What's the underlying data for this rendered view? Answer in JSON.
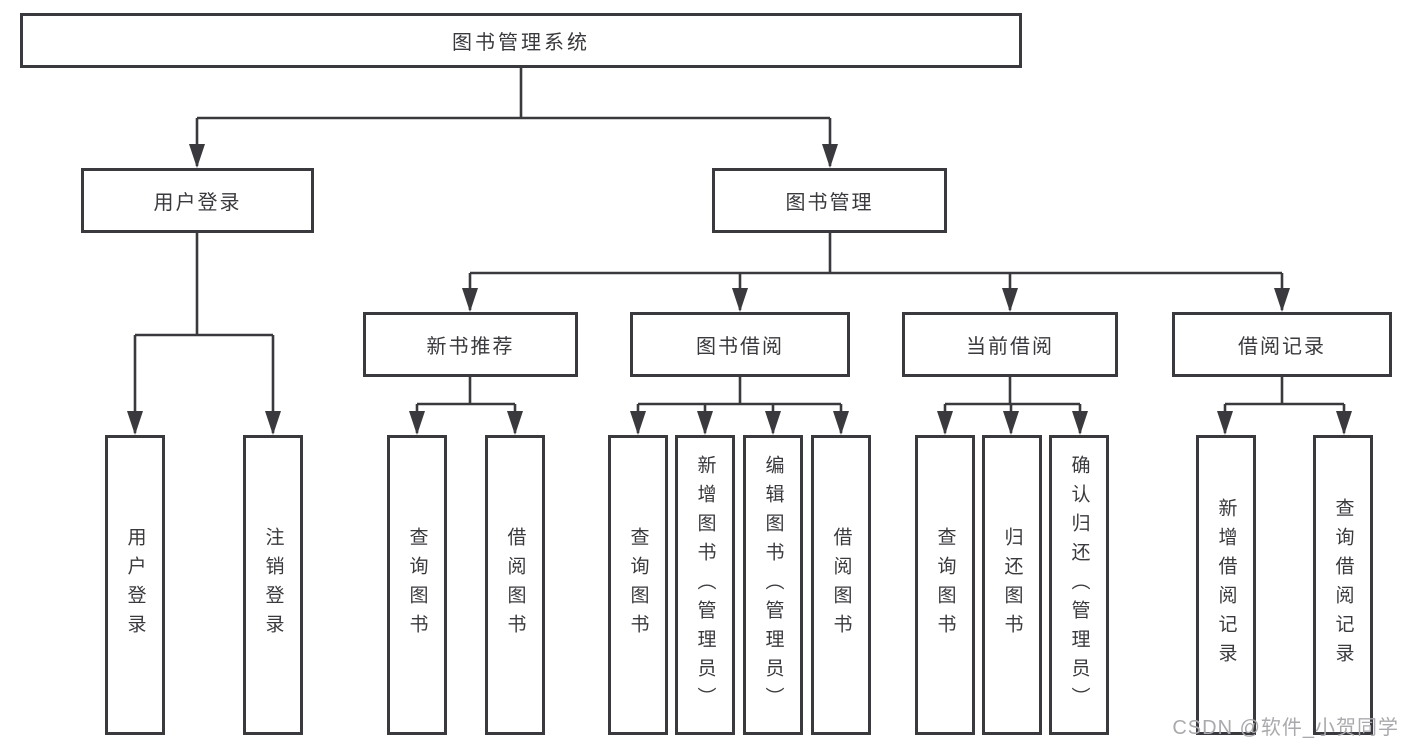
{
  "diagram": {
    "root": {
      "label": "图书管理系统"
    },
    "level2": [
      {
        "label": "用户登录"
      },
      {
        "label": "图书管理"
      }
    ],
    "level3": [
      {
        "label": "新书推荐",
        "parent": "图书管理"
      },
      {
        "label": "图书借阅",
        "parent": "图书管理"
      },
      {
        "label": "当前借阅",
        "parent": "图书管理"
      },
      {
        "label": "借阅记录",
        "parent": "图书管理"
      }
    ],
    "leaves": [
      {
        "label": "用户登录",
        "parent": "用户登录"
      },
      {
        "label": "注销登录",
        "parent": "用户登录"
      },
      {
        "label": "查询图书",
        "parent": "新书推荐"
      },
      {
        "label": "借阅图书",
        "parent": "新书推荐"
      },
      {
        "label": "查询图书",
        "parent": "图书借阅"
      },
      {
        "label": "新增图书（管理员）",
        "parent": "图书借阅"
      },
      {
        "label": "编辑图书（管理员）",
        "parent": "图书借阅"
      },
      {
        "label": "借阅图书",
        "parent": "图书借阅"
      },
      {
        "label": "查询图书",
        "parent": "当前借阅"
      },
      {
        "label": "归还图书",
        "parent": "当前借阅"
      },
      {
        "label": "确认归还（管理员）",
        "parent": "当前借阅"
      },
      {
        "label": "新增借阅记录",
        "parent": "借阅记录"
      },
      {
        "label": "查询借阅记录",
        "parent": "借阅记录"
      }
    ]
  },
  "watermark": "CSDN @软件_小贺同学",
  "colors": {
    "line": "#3a3a3e",
    "node_text": "#3a3a3e",
    "node_background": "#ffffff",
    "watermark_text": "#aaaaae",
    "background": "#ffffff"
  }
}
